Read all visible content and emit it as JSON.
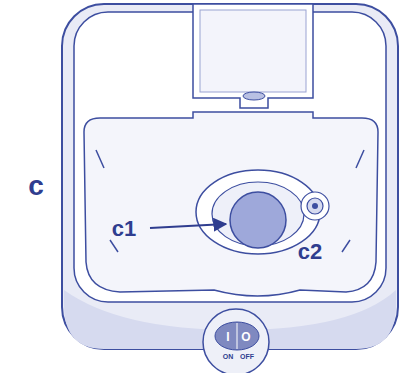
{
  "diagram": {
    "labels": [
      "c",
      "c1",
      "c2",
      "I",
      "O",
      "ON",
      "OFF"
    ]
  }
}
